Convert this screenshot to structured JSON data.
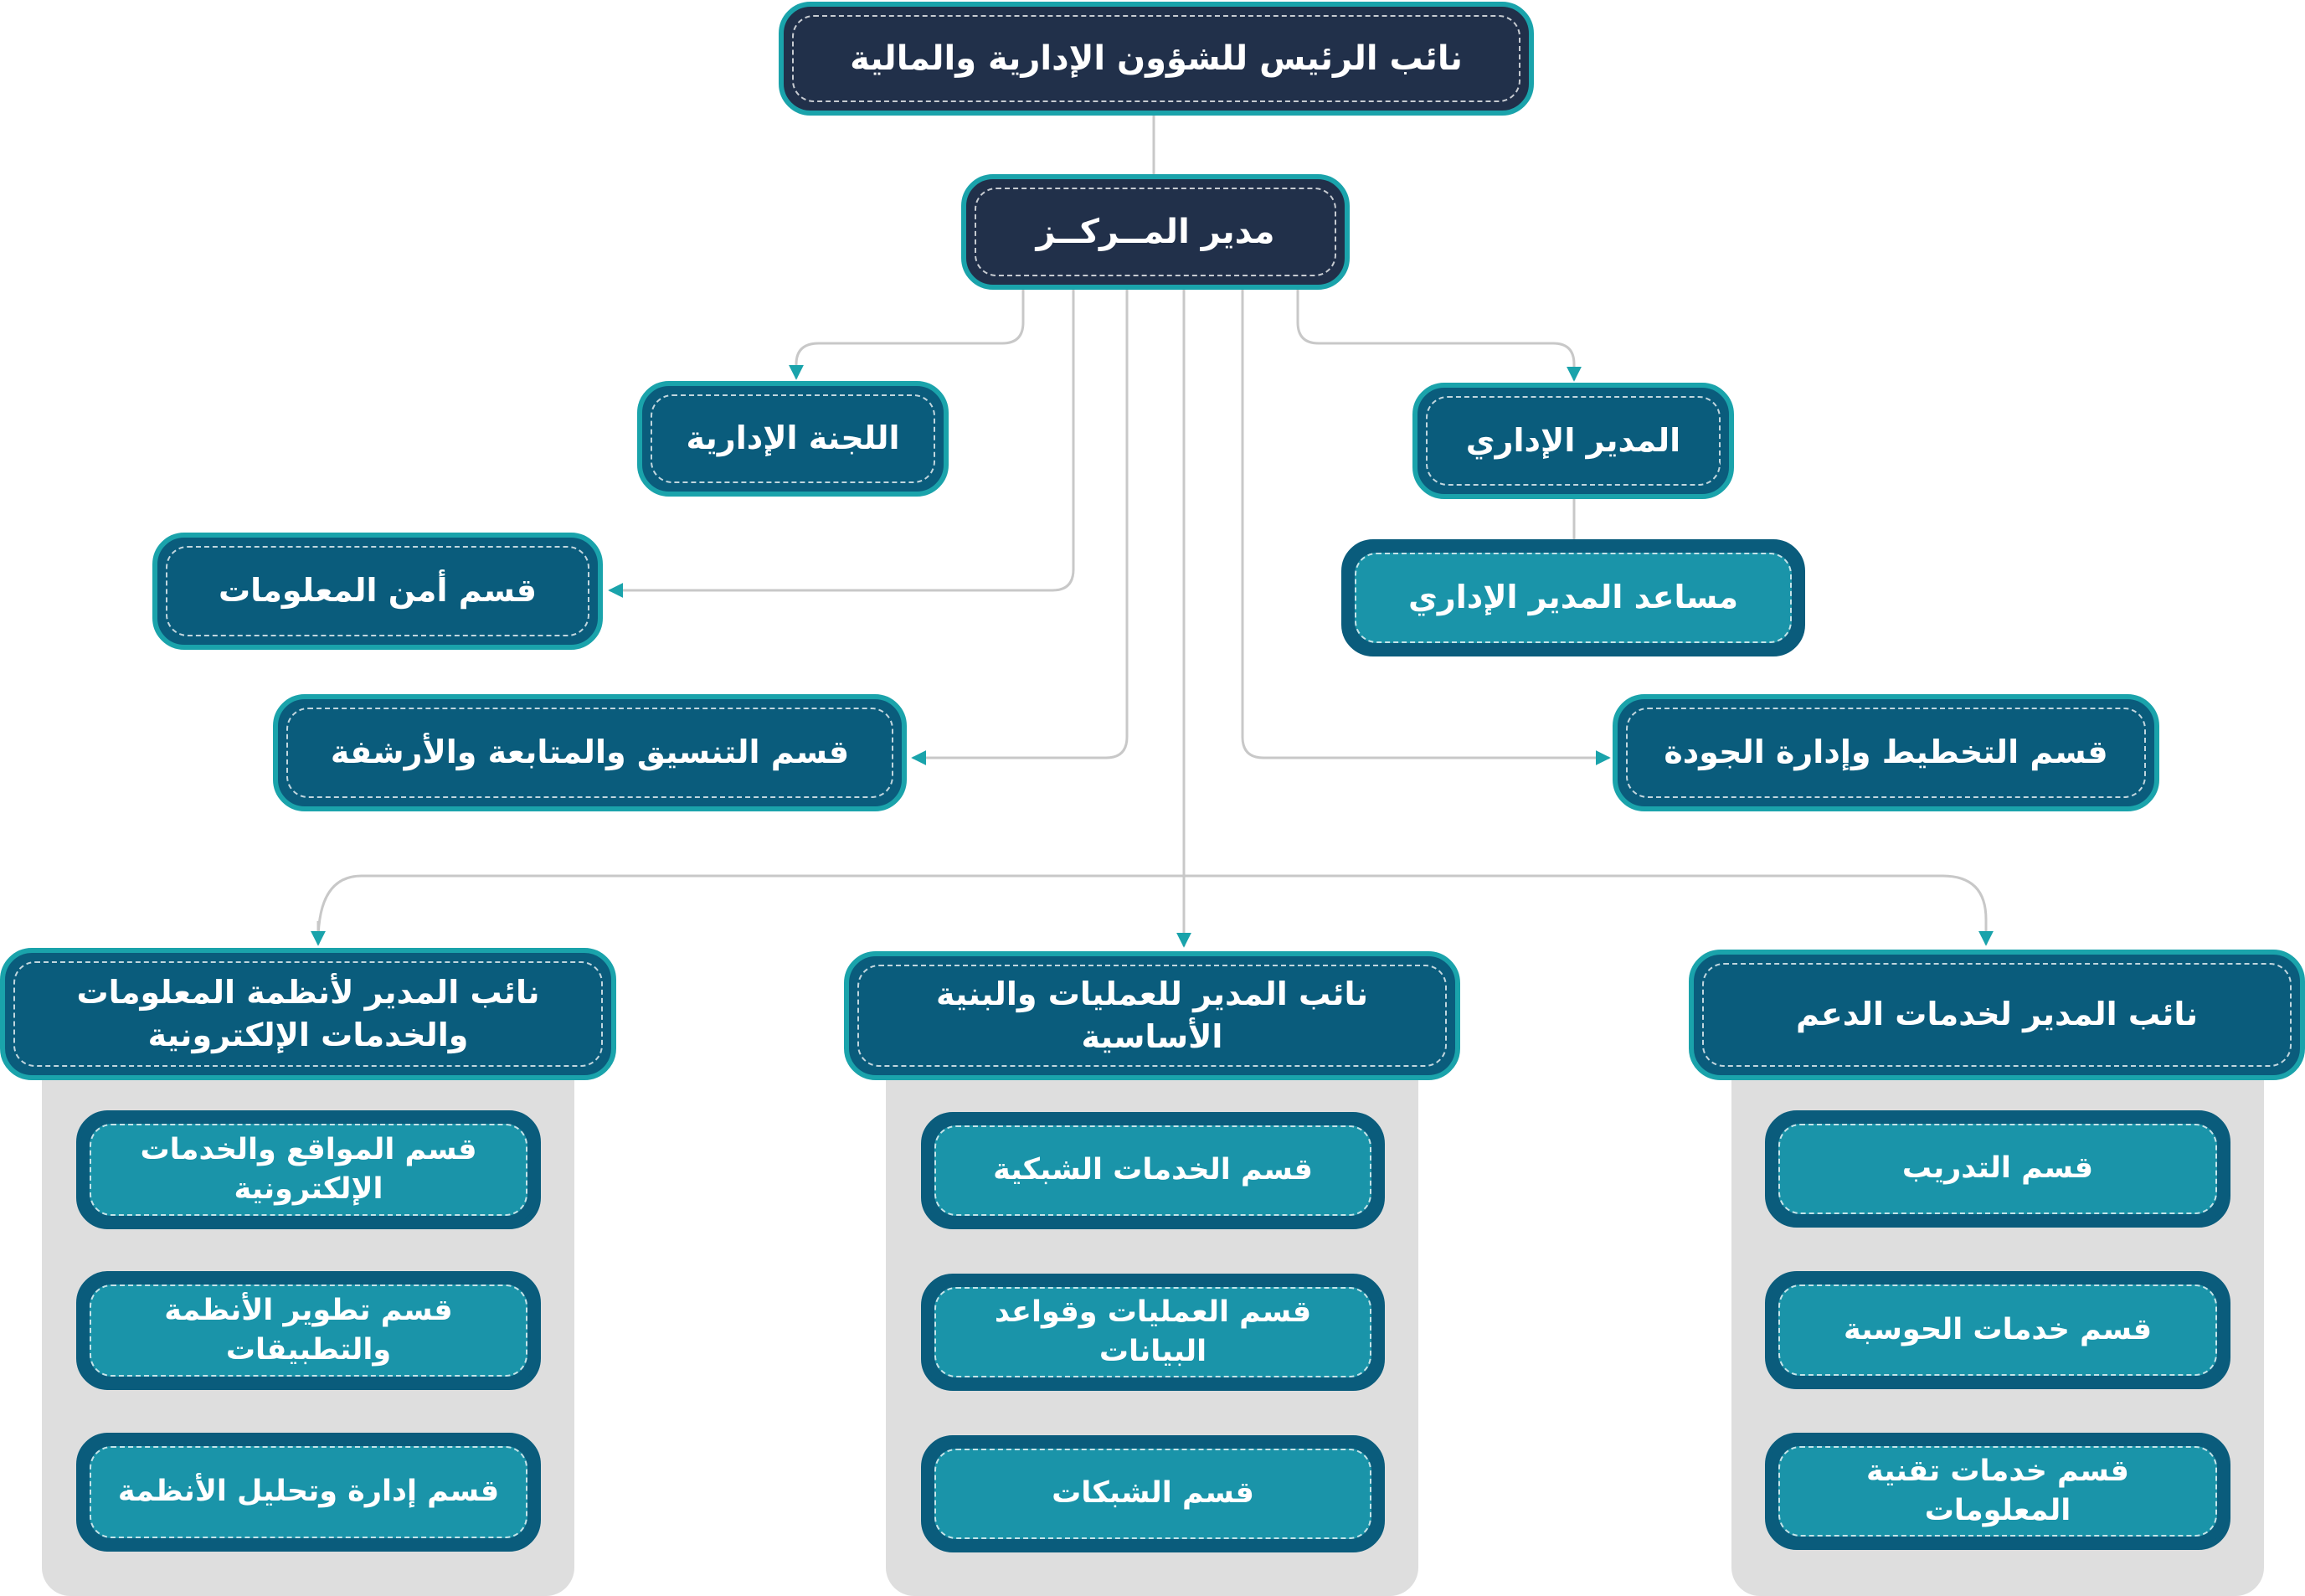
{
  "top": {
    "title": "نائب الرئيس للشؤون الإدارية والمالية"
  },
  "director": {
    "title": "مدير المــركــز"
  },
  "staff": {
    "admin_committee": "اللجنة الإدارية",
    "admin_manager": "المدير الإداري",
    "assistant_admin_manager": "مساعد المدير الإداري",
    "info_security": "قسم أمن المعلومات",
    "coordination": "قسم التنسيق والمتابعة والأرشفة",
    "planning_quality": "قسم التخطيط وإدارة الجودة"
  },
  "deputies": [
    {
      "title": "نائب المدير لخدمات الدعم",
      "departments": [
        "قسم التدريب",
        "قسم خدمات الحوسبة",
        "قسم خدمات تقنية المعلومات"
      ]
    },
    {
      "title": "نائب المدير للعمليات والبنية الأساسية",
      "departments": [
        "قسم الخدمات الشبكية",
        "قسم العمليات وقواعد البيانات",
        "قسم الشبكات"
      ]
    },
    {
      "title": "نائب المدير لأنظمة المعلومات والخدمات الإلكترونية",
      "departments": [
        "قسم المواقع والخدمات الإلكترونية",
        "قسم تطوير الأنظمة والتطبيقات",
        "قسم إدارة وتحليل الأنظمة"
      ]
    }
  ],
  "colors": {
    "navy": "#21304a",
    "teal_dark": "#0a5c7c",
    "teal_light": "#1a94a9",
    "accent": "#1aa3ab",
    "connector": "#c8c8c8",
    "panel": "#dedede"
  }
}
